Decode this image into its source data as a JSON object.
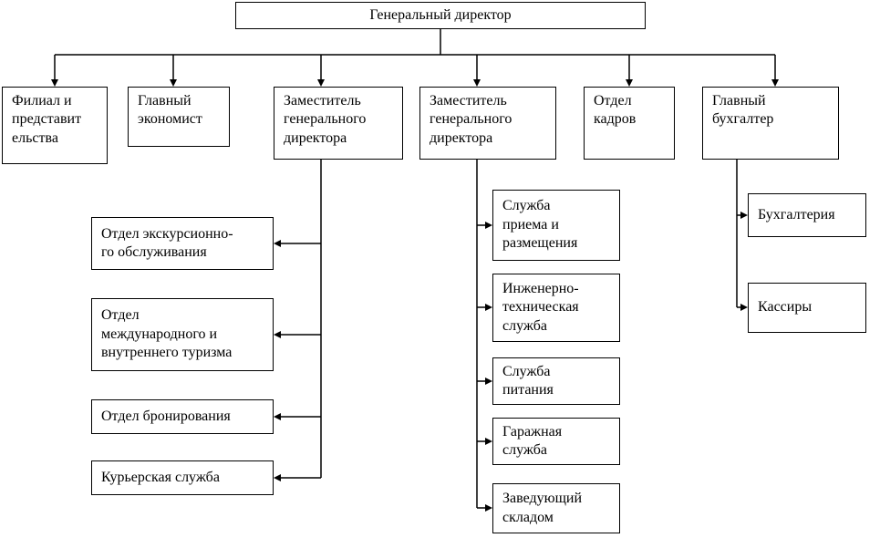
{
  "root": {
    "label": "Генеральный директор"
  },
  "level2": [
    {
      "label": "Филиал и\nпредставит\nельства"
    },
    {
      "label": "Главный\nэкономист"
    },
    {
      "label": "Заместитель\nгенерального\nдиректора"
    },
    {
      "label": "Заместитель\nгенерального\nдиректора"
    },
    {
      "label": "Отдел\nкадров"
    },
    {
      "label": "Главный\nбухгалтер"
    }
  ],
  "deputy1_units": [
    {
      "label": "Отдел экскурсионно-\nго обслуживания"
    },
    {
      "label": "Отдел\nмеждународного и\nвнутреннего туризма"
    },
    {
      "label": "Отдел бронирования"
    },
    {
      "label": "Курьерская служба"
    }
  ],
  "deputy2_units": [
    {
      "label": "Служба\nприема и\nразмещения"
    },
    {
      "label": "Инженерно-\nтехническая\nслужба"
    },
    {
      "label": "Служба\nпитания"
    },
    {
      "label": "Гаражная\nслужба"
    },
    {
      "label": "Заведующий\nскладом"
    }
  ],
  "accountant_units": [
    {
      "label": "Бухгалтерия"
    },
    {
      "label": "Кассиры"
    }
  ],
  "colors": {
    "border": "#000000",
    "background": "#ffffff",
    "text": "#000000"
  }
}
